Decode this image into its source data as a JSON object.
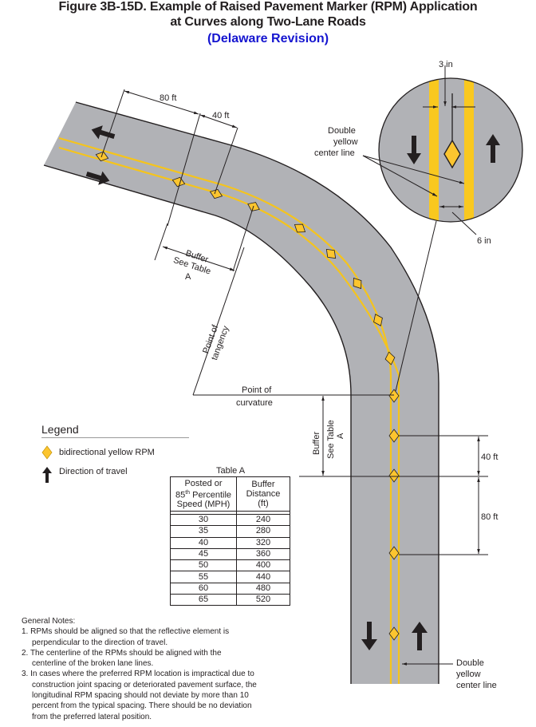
{
  "figure": {
    "title_line1": "Figure 3B-15D.  Example of Raised Pavement Marker (RPM) Application",
    "title_line2": "at Curves along Two-Lane Roads",
    "subtitle": "(Delaware Revision)"
  },
  "colors": {
    "pavement": "#b1b2b6",
    "yellow_line": "#f5c41c",
    "rpm_fill": "#fcc52f",
    "ink": "#231f20",
    "subtitle_blue": "#1515d0"
  },
  "dimensions": {
    "top_spacing_80": "80 ft",
    "top_spacing_40": "40 ft",
    "right_spacing_40": "40 ft",
    "right_spacing_80": "80 ft",
    "buffer_top_line1": "Buffer",
    "buffer_top_line2": "See Table",
    "buffer_top_line3": "A",
    "buffer_vert_line1": "Buffer",
    "buffer_vert_line2": "See Table",
    "buffer_vert_line3": "A"
  },
  "labels": {
    "point_of_tangency_1": "Point of",
    "point_of_tangency_2": "tangency",
    "point_of_curvature_1": "Point of",
    "point_of_curvature_2": "curvature",
    "detail_double_yellow_1": "Double",
    "detail_double_yellow_2": "yellow",
    "detail_double_yellow_3": "center line",
    "detail_3in": "3 in",
    "detail_6in": "6 in",
    "bottom_double_yellow_1": "Double",
    "bottom_double_yellow_2": "yellow",
    "bottom_double_yellow_3": "center line"
  },
  "legend": {
    "title": "Legend",
    "items": [
      {
        "icon": "rpm-diamond-icon",
        "label": "bidirectional yellow RPM"
      },
      {
        "icon": "arrow-up-icon",
        "label": "Direction of travel"
      }
    ]
  },
  "table_a": {
    "caption": "Table A",
    "headers": [
      {
        "l1": "Posted or",
        "l2": "85th Percentile",
        "l2_base": "85",
        "l2_sup": "th",
        "l2_rest": " Percentile",
        "l3": "Speed (MPH)"
      },
      {
        "l1": "Buffer",
        "l2": "Distance",
        "l3": "(ft)"
      }
    ],
    "rows": [
      [
        "30",
        "240"
      ],
      [
        "35",
        "280"
      ],
      [
        "40",
        "320"
      ],
      [
        "45",
        "360"
      ],
      [
        "50",
        "400"
      ],
      [
        "55",
        "440"
      ],
      [
        "60",
        "480"
      ],
      [
        "65",
        "520"
      ]
    ]
  },
  "notes": {
    "title": "General Notes:",
    "items": [
      {
        "first": "1. RPMs should be aligned so that the reflective element is",
        "rest": [
          "perpendicular to the direction of travel."
        ]
      },
      {
        "first": "2. The centerline of the RPMs should be aligned with the",
        "rest": [
          "centerline of the broken lane lines."
        ]
      },
      {
        "first": "3. In cases where the preferred RPM location is impractical due to",
        "rest": [
          "construction joint spacing or deteriorated pavement surface, the",
          "longitudinal RPM spacing should not deviate by more than 10",
          "percent from the typical spacing. There should be no deviation",
          "from the preferred lateral position."
        ]
      }
    ]
  }
}
